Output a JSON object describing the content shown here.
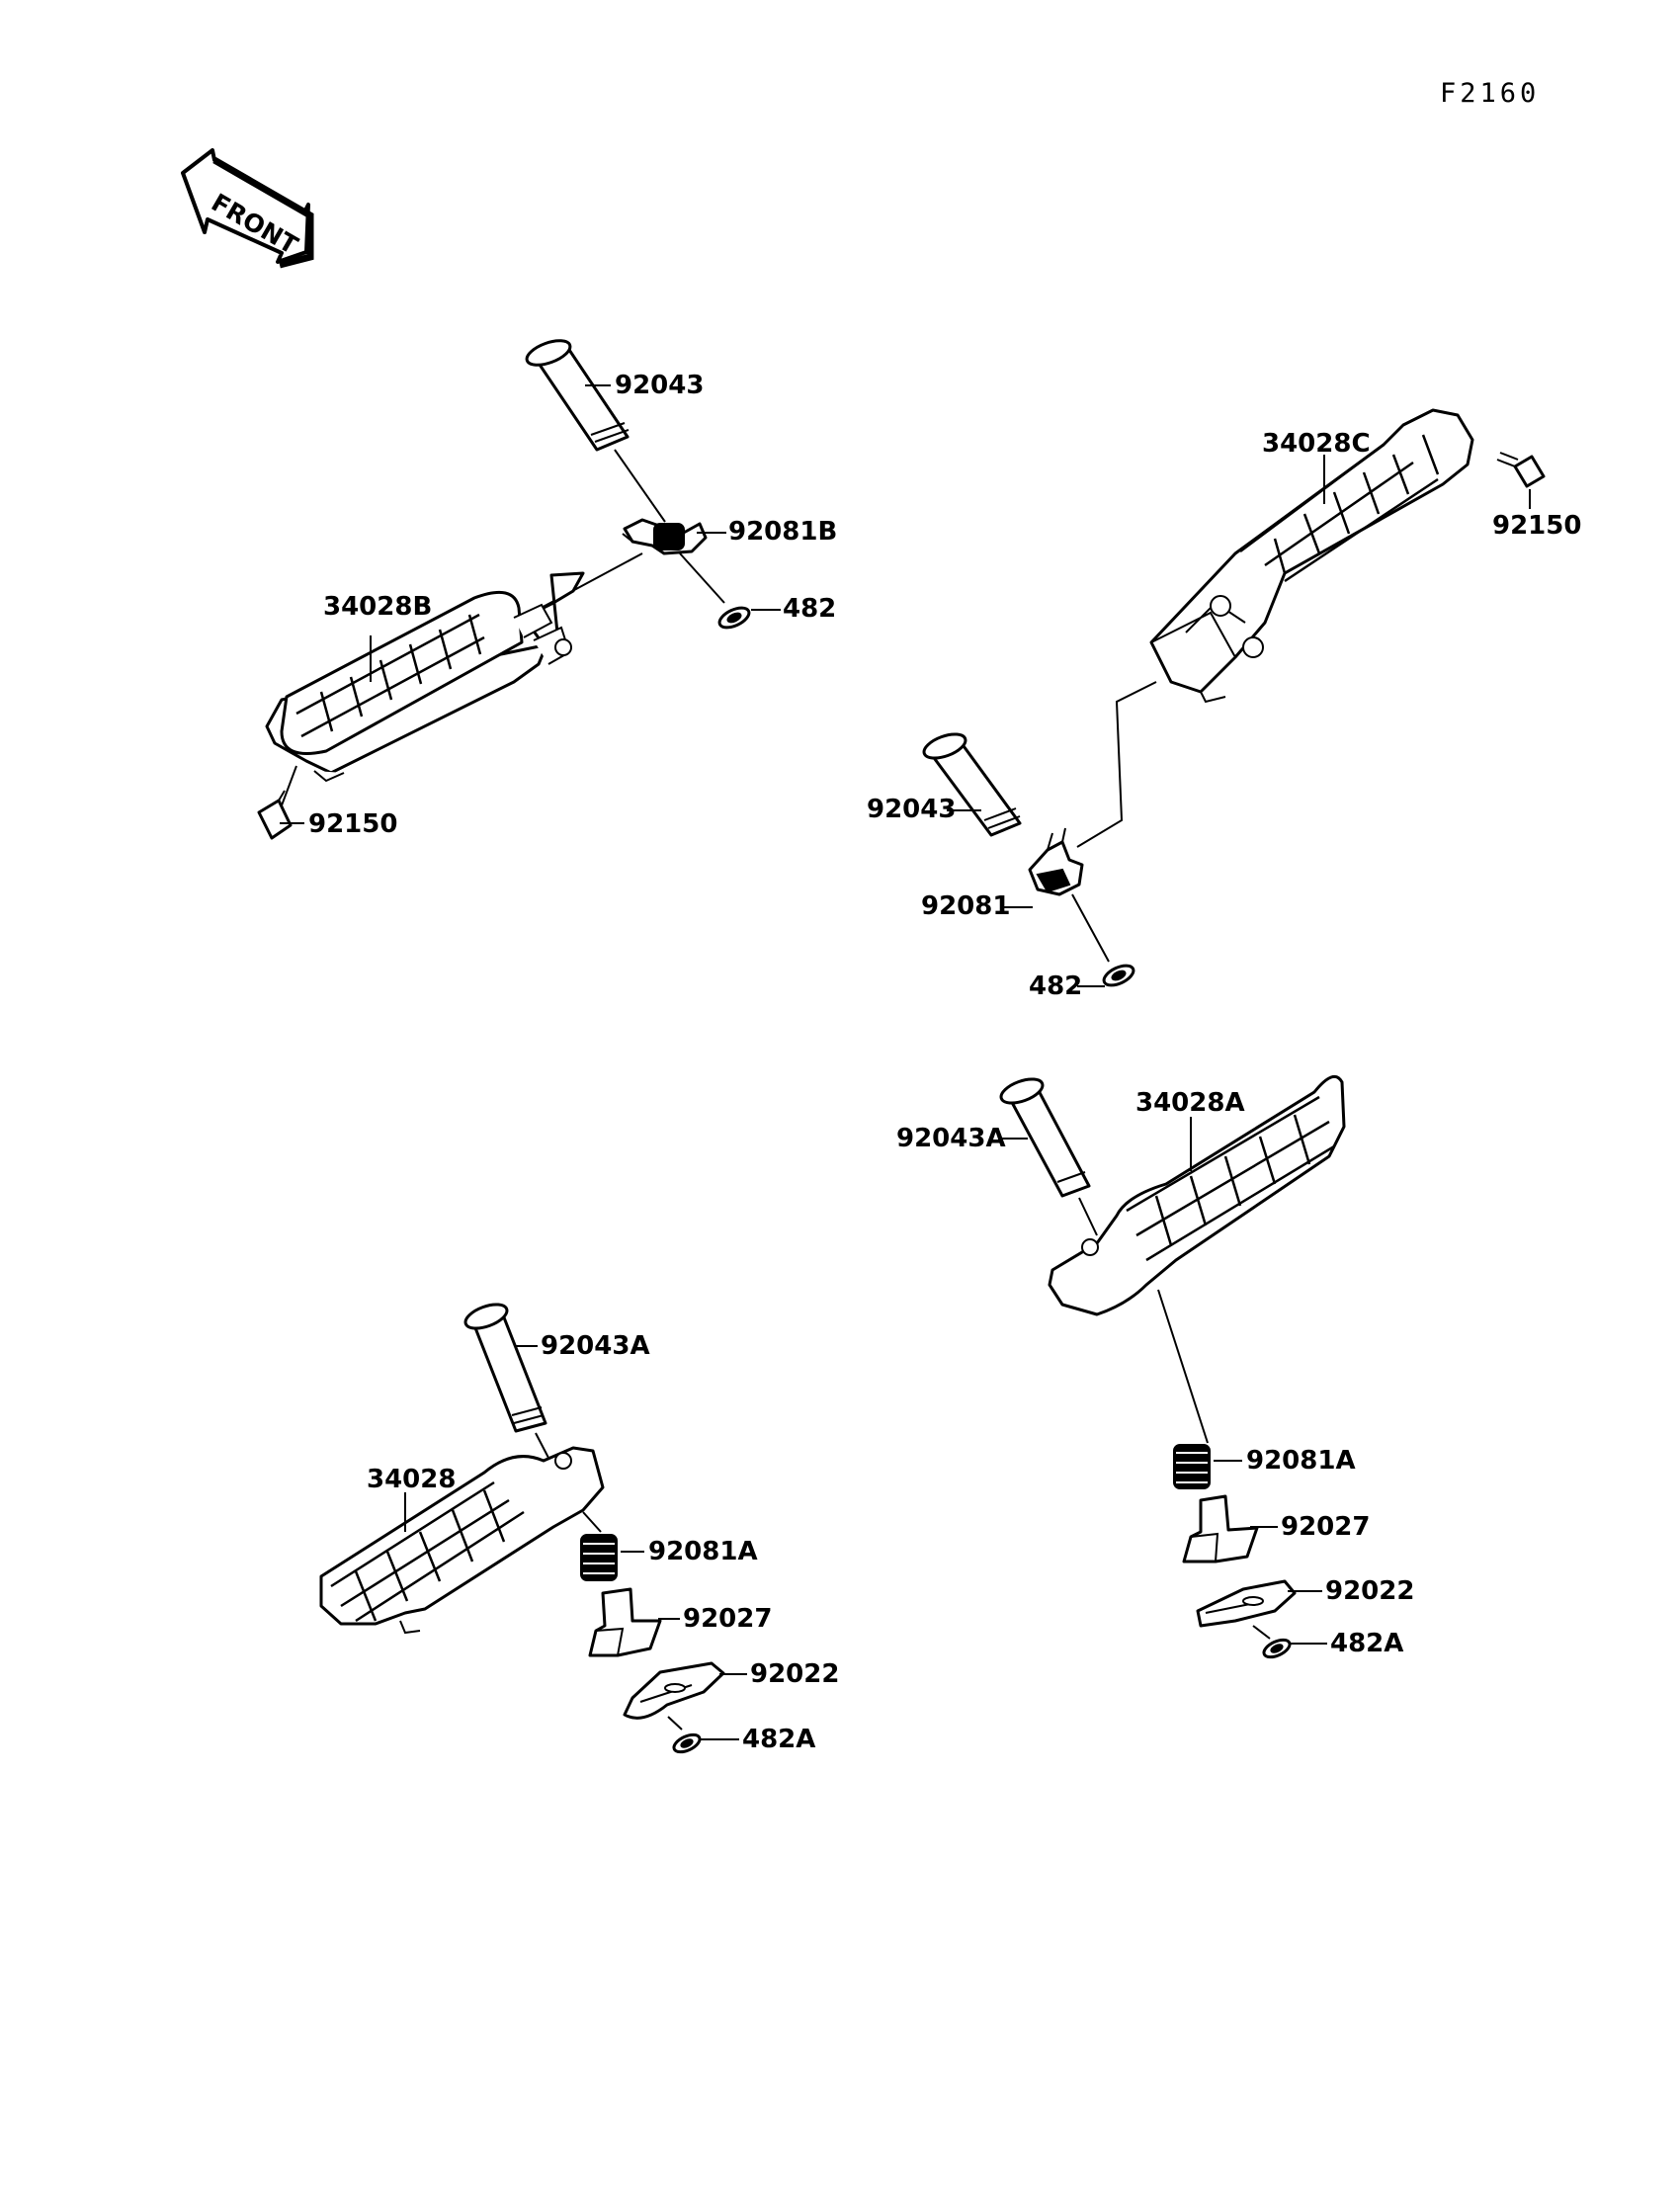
{
  "figure_id": "F2160",
  "front_arrow": {
    "label": "FRONT",
    "icon": "front-direction-arrow-icon"
  },
  "labels": {
    "ul_pin": "92043",
    "ul_spring": "92081B",
    "ul_clip": "482",
    "ul_footpeg": "34028B",
    "ul_bolt": "92150",
    "ur_footpeg": "34028C",
    "ur_bolt": "92150",
    "ur_pin": "92043",
    "ur_spring": "92081",
    "ur_clip": "482",
    "lr_pin": "92043A",
    "lr_footpeg": "34028A",
    "lr_spring": "92081A",
    "lr_detent": "92027",
    "lr_plate": "92022",
    "lr_clip": "482A",
    "ll_pin": "92043A",
    "ll_footpeg": "34028",
    "ll_spring": "92081A",
    "ll_detent": "92027",
    "ll_plate": "92022",
    "ll_clip": "482A"
  }
}
